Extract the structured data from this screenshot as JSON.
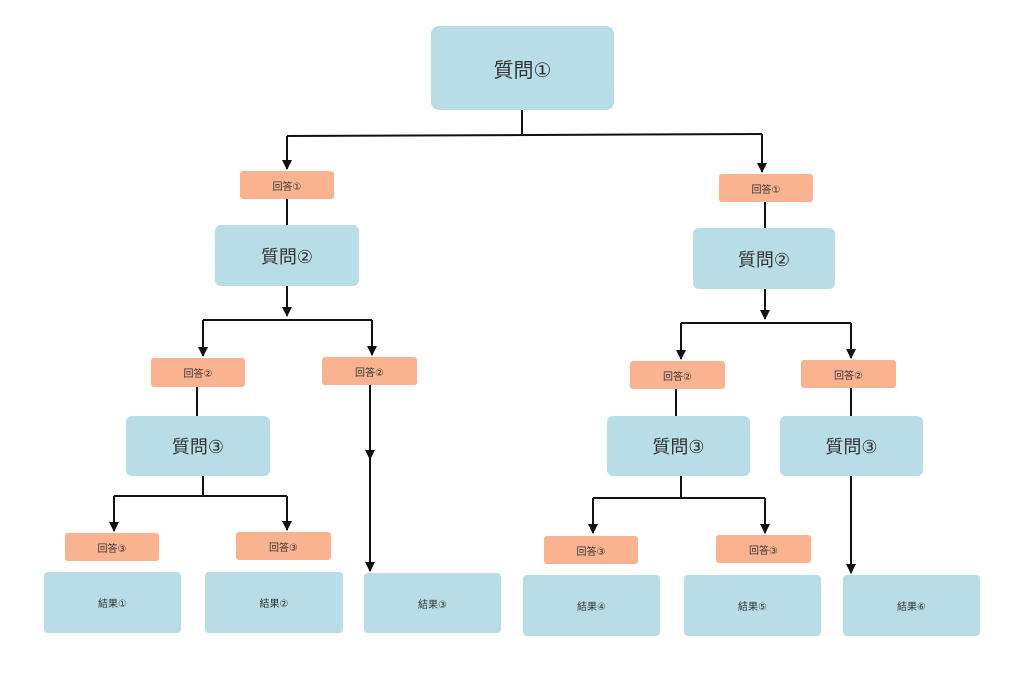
{
  "colors": {
    "question_fill": "#b8dde6",
    "answer_fill": "#f9b391",
    "result_fill": "#b8dde6",
    "connector": "#111111"
  },
  "question": {
    "q1": "質問①",
    "q2_left": "質問②",
    "q2_right": "質問②",
    "q3_ll": "質問③",
    "q3_rl": "質問③",
    "q3_rr": "質問③"
  },
  "answer": {
    "a1_left": "回答①",
    "a1_right": "回答①",
    "a2_ll": "回答②",
    "a2_lr": "回答②",
    "a2_rl": "回答②",
    "a2_rr": "回答②",
    "a3_1": "回答③",
    "a3_2": "回答③",
    "a3_3": "回答③",
    "a3_4": "回答③"
  },
  "result": {
    "r1": "結果①",
    "r2": "結果②",
    "r3": "結果③",
    "r4": "結果④",
    "r5": "結果⑤",
    "r6": "結果⑥"
  }
}
